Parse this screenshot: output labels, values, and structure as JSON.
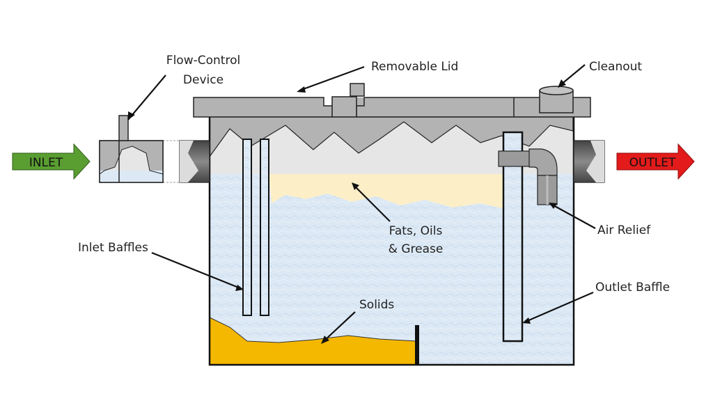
{
  "labels": {
    "flow_control_line1": "Flow-Control",
    "flow_control_line2": "Device",
    "removable_lid": "Removable Lid",
    "cleanout": "Cleanout",
    "inlet": "INLET",
    "outlet": "OUTLET",
    "fats_line1": "Fats, Oils",
    "fats_line2": "& Grease",
    "air_relief": "Air Relief",
    "inlet_baffles": "Inlet Baffles",
    "outlet_baffle": "Outlet Baffle",
    "solids": "Solids"
  },
  "colors": {
    "water": "#dce9f5",
    "air_space": "#e6e6e6",
    "lid": "#b3b3b3",
    "grease": "#fcefc8",
    "solids": "#f5b800",
    "inlet_arrow": "#5a9e32",
    "outlet_arrow": "#e31b1b",
    "pipe_dark": "#555555"
  }
}
